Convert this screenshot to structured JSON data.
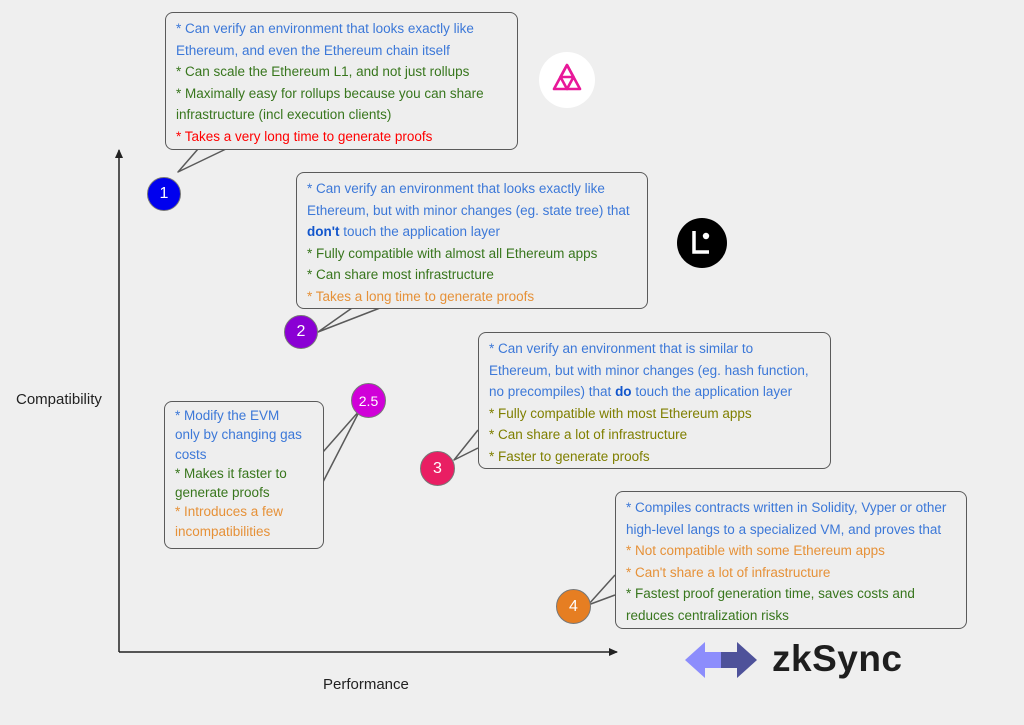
{
  "axes": {
    "y_label": "Compatibility",
    "x_label": "Performance"
  },
  "types": [
    {
      "id": "1",
      "color": "#0000ee",
      "lines": [
        {
          "text": "* Can verify an environment that looks exactly like",
          "tone": "blue"
        },
        {
          "text": "Ethereum, and even the Ethereum chain itself",
          "tone": "blue"
        },
        {
          "text": "* Can scale the Ethereum L1, and not just rollups",
          "tone": "green"
        },
        {
          "text": "* Maximally easy for rollups because you can share",
          "tone": "green"
        },
        {
          "text": "infrastructure (incl execution clients)",
          "tone": "green"
        },
        {
          "text": "* Takes a very long time to generate proofs",
          "tone": "red"
        }
      ]
    },
    {
      "id": "2",
      "color": "#8a00d4",
      "lines": [
        {
          "text": "* Can verify an environment that looks exactly like",
          "tone": "blue"
        },
        {
          "text": "Ethereum, but with minor changes (eg. state tree) that",
          "tone": "blue"
        },
        {
          "strong": "don't",
          "text": " touch the application layer",
          "tone": "blue"
        },
        {
          "text": "* Fully compatible with almost all Ethereum apps",
          "tone": "green"
        },
        {
          "text": "* Can share most infrastructure",
          "tone": "green"
        },
        {
          "text": "* Takes a long time to generate proofs",
          "tone": "orange"
        }
      ]
    },
    {
      "id": "2.5",
      "color": "#d000d8",
      "lines": [
        {
          "text": "* Modify the EVM",
          "tone": "blue"
        },
        {
          "text": "only by changing gas",
          "tone": "blue"
        },
        {
          "text": "costs",
          "tone": "blue"
        },
        {
          "text": "* Makes it faster to",
          "tone": "green"
        },
        {
          "text": "generate proofs",
          "tone": "green"
        },
        {
          "text": "* Introduces a few",
          "tone": "orange"
        },
        {
          "text": "incompatibilities",
          "tone": "orange"
        }
      ]
    },
    {
      "id": "3",
      "color": "#e91e63",
      "lines": [
        {
          "text": "* Can verify an environment that is similar to",
          "tone": "blue"
        },
        {
          "text": "Ethereum, but with minor changes (eg. hash function,",
          "tone": "blue"
        },
        {
          "text": "no precompiles) that ",
          "strong_after": "do",
          "tail": " touch the application layer",
          "tone": "blue"
        },
        {
          "text": "* Fully compatible with most Ethereum apps",
          "tone": "olive"
        },
        {
          "text": "* Can share a lot of infrastructure",
          "tone": "olive"
        },
        {
          "text": "* Faster to generate proofs",
          "tone": "olive"
        }
      ]
    },
    {
      "id": "4",
      "color": "#e67e22",
      "lines": [
        {
          "text": "* Compiles contracts written in Solidity, Vyper or other",
          "tone": "blue"
        },
        {
          "text": "high-level langs to a specialized VM, and proves that",
          "tone": "blue"
        },
        {
          "text": "* Not compatible with some Ethereum apps",
          "tone": "orange"
        },
        {
          "text": "* Can't share a lot of infrastructure",
          "tone": "orange"
        },
        {
          "text": "* Fastest proof generation time, saves costs and",
          "tone": "green"
        },
        {
          "text": "reduces centralization risks",
          "tone": "green"
        }
      ]
    }
  ],
  "logos": {
    "taiko": {
      "icon": "taiko-triangle-icon",
      "color": "#e81899"
    },
    "linea": {
      "icon": "linea-l-icon",
      "color": "#000000"
    },
    "zksync": {
      "icon": "zksync-arrows-icon",
      "text": "zkSync",
      "color": "#4e529a"
    }
  }
}
